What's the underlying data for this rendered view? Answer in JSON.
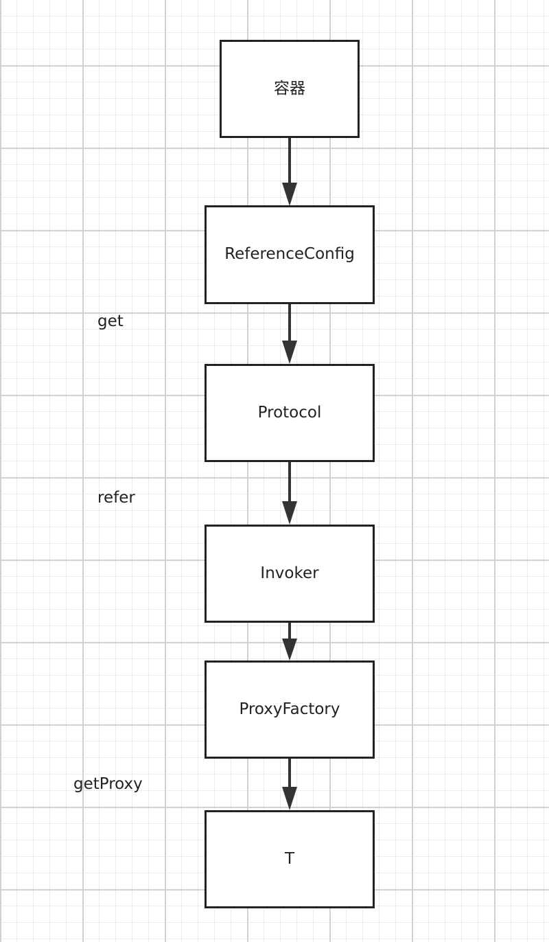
{
  "diagram": {
    "nodes": [
      {
        "id": "container",
        "label": "容器"
      },
      {
        "id": "reference-config",
        "label": "ReferenceConfig"
      },
      {
        "id": "protocol",
        "label": "Protocol"
      },
      {
        "id": "invoker",
        "label": "Invoker"
      },
      {
        "id": "proxy-factory",
        "label": "ProxyFactory"
      },
      {
        "id": "t",
        "label": "T"
      }
    ],
    "edges": [
      {
        "from": "container",
        "to": "reference-config",
        "label": ""
      },
      {
        "from": "reference-config",
        "to": "protocol",
        "label": "get"
      },
      {
        "from": "protocol",
        "to": "invoker",
        "label": "refer"
      },
      {
        "from": "invoker",
        "to": "proxy-factory",
        "label": ""
      },
      {
        "from": "proxy-factory",
        "to": "t",
        "label": "getProxy"
      }
    ]
  }
}
